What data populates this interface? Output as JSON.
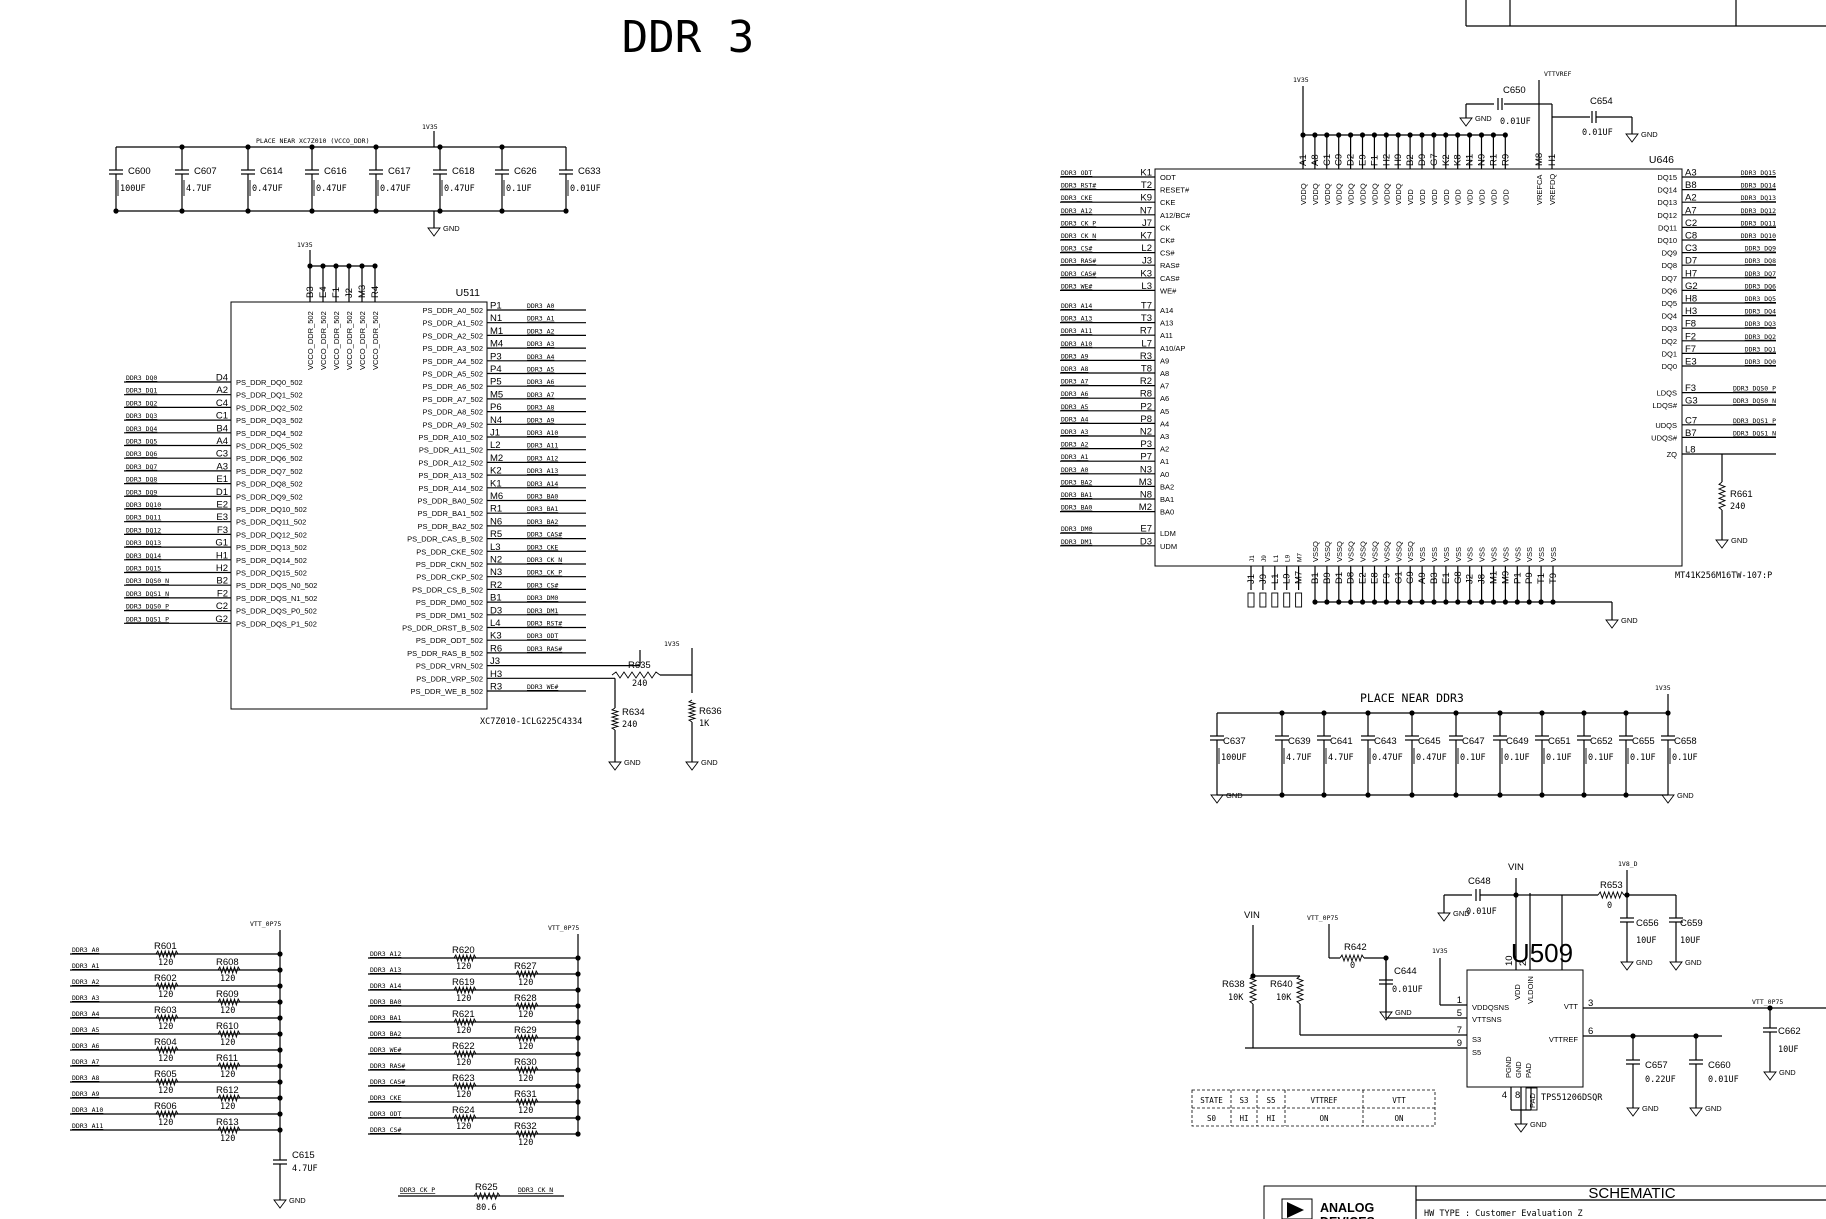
{
  "title": "DDR 3",
  "rails": {
    "v135": "1V35",
    "vttvref": "VTTVREF",
    "vtt_0p75": "VTT_0P75",
    "vin": "VIN",
    "v18d": "1V8_D",
    "gnd": "GND"
  },
  "decoupling_top": {
    "note": "PLACE NEAR XC7Z010 (VCCO_DDR)",
    "caps": [
      {
        "ref": "C600",
        "val": "100UF"
      },
      {
        "ref": "C607",
        "val": "4.7UF"
      },
      {
        "ref": "C614",
        "val": "0.47UF"
      },
      {
        "ref": "C616",
        "val": "0.47UF"
      },
      {
        "ref": "C617",
        "val": "0.47UF"
      },
      {
        "ref": "C618",
        "val": "0.47UF"
      },
      {
        "ref": "C626",
        "val": "0.1UF"
      },
      {
        "ref": "C633",
        "val": "0.01UF"
      }
    ]
  },
  "u511": {
    "ref": "U511",
    "part": "XC7Z010-1CLG225C4334",
    "vcco_pins": [
      "B3",
      "E4",
      "F1",
      "J2",
      "M3",
      "R4"
    ],
    "vcco_names": [
      "VCCO_DDR_502",
      "VCCO_DDR_502",
      "VCCO_DDR_502",
      "VCCO_DDR_502",
      "VCCO_DDR_502",
      "VCCO_DDR_502"
    ],
    "left": [
      {
        "pin": "D4",
        "name": "PS_DDR_DQ0_502",
        "net": "DDR3_DQ0"
      },
      {
        "pin": "A2",
        "name": "PS_DDR_DQ1_502",
        "net": "DDR3_DQ1"
      },
      {
        "pin": "C4",
        "name": "PS_DDR_DQ2_502",
        "net": "DDR3_DQ2"
      },
      {
        "pin": "C1",
        "name": "PS_DDR_DQ3_502",
        "net": "DDR3_DQ3"
      },
      {
        "pin": "B4",
        "name": "PS_DDR_DQ4_502",
        "net": "DDR3_DQ4"
      },
      {
        "pin": "A4",
        "name": "PS_DDR_DQ5_502",
        "net": "DDR3_DQ5"
      },
      {
        "pin": "C3",
        "name": "PS_DDR_DQ6_502",
        "net": "DDR3_DQ6"
      },
      {
        "pin": "A3",
        "name": "PS_DDR_DQ7_502",
        "net": "DDR3_DQ7"
      },
      {
        "pin": "E1",
        "name": "PS_DDR_DQ8_502",
        "net": "DDR3_DQ8"
      },
      {
        "pin": "D1",
        "name": "PS_DDR_DQ9_502",
        "net": "DDR3_DQ9"
      },
      {
        "pin": "E2",
        "name": "PS_DDR_DQ10_502",
        "net": "DDR3_DQ10"
      },
      {
        "pin": "E3",
        "name": "PS_DDR_DQ11_502",
        "net": "DDR3_DQ11"
      },
      {
        "pin": "F3",
        "name": "PS_DDR_DQ12_502",
        "net": "DDR3_DQ12"
      },
      {
        "pin": "G1",
        "name": "PS_DDR_DQ13_502",
        "net": "DDR3_DQ13"
      },
      {
        "pin": "H1",
        "name": "PS_DDR_DQ14_502",
        "net": "DDR3_DQ14"
      },
      {
        "pin": "H2",
        "name": "PS_DDR_DQ15_502",
        "net": "DDR3_DQ15"
      },
      {
        "pin": "B2",
        "name": "PS_DDR_DQS_N0_502",
        "net": "DDR3_DQS0_N"
      },
      {
        "pin": "F2",
        "name": "PS_DDR_DQS_N1_502",
        "net": "DDR3_DQS1_N"
      },
      {
        "pin": "C2",
        "name": "PS_DDR_DQS_P0_502",
        "net": "DDR3_DQS0_P"
      },
      {
        "pin": "G2",
        "name": "PS_DDR_DQS_P1_502",
        "net": "DDR3_DQS1_P"
      }
    ],
    "right": [
      {
        "pin": "P1",
        "name": "PS_DDR_A0_502",
        "net": "DDR3_A0"
      },
      {
        "pin": "N1",
        "name": "PS_DDR_A1_502",
        "net": "DDR3_A1"
      },
      {
        "pin": "M1",
        "name": "PS_DDR_A2_502",
        "net": "DDR3_A2"
      },
      {
        "pin": "M4",
        "name": "PS_DDR_A3_502",
        "net": "DDR3_A3"
      },
      {
        "pin": "P3",
        "name": "PS_DDR_A4_502",
        "net": "DDR3_A4"
      },
      {
        "pin": "P4",
        "name": "PS_DDR_A5_502",
        "net": "DDR3_A5"
      },
      {
        "pin": "P5",
        "name": "PS_DDR_A6_502",
        "net": "DDR3_A6"
      },
      {
        "pin": "M5",
        "name": "PS_DDR_A7_502",
        "net": "DDR3_A7"
      },
      {
        "pin": "P6",
        "name": "PS_DDR_A8_502",
        "net": "DDR3_A8"
      },
      {
        "pin": "N4",
        "name": "PS_DDR_A9_502",
        "net": "DDR3_A9"
      },
      {
        "pin": "J1",
        "name": "PS_DDR_A10_502",
        "net": "DDR3_A10"
      },
      {
        "pin": "L2",
        "name": "PS_DDR_A11_502",
        "net": "DDR3_A11"
      },
      {
        "pin": "M2",
        "name": "PS_DDR_A12_502",
        "net": "DDR3_A12"
      },
      {
        "pin": "K2",
        "name": "PS_DDR_A13_502",
        "net": "DDR3_A13"
      },
      {
        "pin": "K1",
        "name": "PS_DDR_A14_502",
        "net": "DDR3_A14"
      },
      {
        "pin": "M6",
        "name": "PS_DDR_BA0_502",
        "net": "DDR3_BA0"
      },
      {
        "pin": "R1",
        "name": "PS_DDR_BA1_502",
        "net": "DDR3_BA1"
      },
      {
        "pin": "N6",
        "name": "PS_DDR_BA2_502",
        "net": "DDR3_BA2"
      },
      {
        "pin": "R5",
        "name": "PS_DDR_CAS_B_502",
        "net": "DDR3_CAS#"
      },
      {
        "pin": "L3",
        "name": "PS_DDR_CKE_502",
        "net": "DDR3_CKE"
      },
      {
        "pin": "N2",
        "name": "PS_DDR_CKN_502",
        "net": "DDR3_CK_N"
      },
      {
        "pin": "N3",
        "name": "PS_DDR_CKP_502",
        "net": "DDR3_CK_P"
      },
      {
        "pin": "R2",
        "name": "PS_DDR_CS_B_502",
        "net": "DDR3_CS#"
      },
      {
        "pin": "B1",
        "name": "PS_DDR_DM0_502",
        "net": "DDR3_DM0"
      },
      {
        "pin": "D3",
        "name": "PS_DDR_DM1_502",
        "net": "DDR3_DM1"
      },
      {
        "pin": "L4",
        "name": "PS_DDR_DRST_B_502",
        "net": "DDR3_RST#"
      },
      {
        "pin": "K3",
        "name": "PS_DDR_ODT_502",
        "net": "DDR3_ODT"
      },
      {
        "pin": "R6",
        "name": "PS_DDR_RAS_B_502",
        "net": "DDR3_RAS#"
      },
      {
        "pin": "J3",
        "name": "PS_DDR_VRN_502",
        "net": ""
      },
      {
        "pin": "H3",
        "name": "PS_DDR_VRP_502",
        "net": ""
      },
      {
        "pin": "R3",
        "name": "PS_DDR_WE_B_502",
        "net": "DDR3_WE#"
      }
    ],
    "r635": {
      "ref": "R635",
      "val": "240"
    },
    "r634": {
      "ref": "R634",
      "val": "240"
    },
    "r636": {
      "ref": "R636",
      "val": "1K"
    }
  },
  "u646": {
    "ref": "U646",
    "part": "MT41K256M16TW-107:P",
    "vref": {
      "c650": "C650",
      "c650v": "0.01UF",
      "c654": "C654",
      "c654v": "0.01UF"
    },
    "top_pins": [
      {
        "pin": "A1",
        "name": "VDDQ"
      },
      {
        "pin": "A8",
        "name": "VDDQ"
      },
      {
        "pin": "C1",
        "name": "VDDQ"
      },
      {
        "pin": "C9",
        "name": "VDDQ"
      },
      {
        "pin": "D2",
        "name": "VDDQ"
      },
      {
        "pin": "E9",
        "name": "VDDQ"
      },
      {
        "pin": "F1",
        "name": "VDDQ"
      },
      {
        "pin": "H2",
        "name": "VDDQ"
      },
      {
        "pin": "H9",
        "name": "VDDQ"
      },
      {
        "pin": "B2",
        "name": "VDD"
      },
      {
        "pin": "D9",
        "name": "VDD"
      },
      {
        "pin": "G7",
        "name": "VDD"
      },
      {
        "pin": "K2",
        "name": "VDD"
      },
      {
        "pin": "K8",
        "name": "VDD"
      },
      {
        "pin": "N1",
        "name": "VDD"
      },
      {
        "pin": "N9",
        "name": "VDD"
      },
      {
        "pin": "R1",
        "name": "VDD"
      },
      {
        "pin": "R9",
        "name": "VDD"
      },
      {
        "pin": "M8",
        "name": "VREFCA"
      },
      {
        "pin": "H1",
        "name": "VREFDQ"
      }
    ],
    "left": [
      {
        "pin": "K1",
        "name": "ODT",
        "net": "DDR3_ODT"
      },
      {
        "pin": "T2",
        "name": "RESET#",
        "net": "DDR3_RST#"
      },
      {
        "pin": "K9",
        "name": "CKE",
        "net": "DDR3_CKE"
      },
      {
        "pin": "N7",
        "name": "A12/BC#",
        "net": "DDR3_A12"
      },
      {
        "pin": "J7",
        "name": "CK",
        "net": "DDR3_CK_P"
      },
      {
        "pin": "K7",
        "name": "CK#",
        "net": "DDR3_CK_N"
      },
      {
        "pin": "L2",
        "name": "CS#",
        "net": "DDR3_CS#"
      },
      {
        "pin": "J3",
        "name": "RAS#",
        "net": "DDR3_RAS#"
      },
      {
        "pin": "K3",
        "name": "CAS#",
        "net": "DDR3_CAS#"
      },
      {
        "pin": "L3",
        "name": "WE#",
        "net": "DDR3_WE#"
      },
      {
        "pin": "T7",
        "name": "A14",
        "net": "DDR3_A14"
      },
      {
        "pin": "T3",
        "name": "A13",
        "net": "DDR3_A13"
      },
      {
        "pin": "R7",
        "name": "A11",
        "net": "DDR3_A11"
      },
      {
        "pin": "L7",
        "name": "A10/AP",
        "net": "DDR3_A10"
      },
      {
        "pin": "R3",
        "name": "A9",
        "net": "DDR3_A9"
      },
      {
        "pin": "T8",
        "name": "A8",
        "net": "DDR3_A8"
      },
      {
        "pin": "R2",
        "name": "A7",
        "net": "DDR3_A7"
      },
      {
        "pin": "R8",
        "name": "A6",
        "net": "DDR3_A6"
      },
      {
        "pin": "P2",
        "name": "A5",
        "net": "DDR3_A5"
      },
      {
        "pin": "P8",
        "name": "A4",
        "net": "DDR3_A4"
      },
      {
        "pin": "N2",
        "name": "A3",
        "net": "DDR3_A3"
      },
      {
        "pin": "P3",
        "name": "A2",
        "net": "DDR3_A2"
      },
      {
        "pin": "P7",
        "name": "A1",
        "net": "DDR3_A1"
      },
      {
        "pin": "N3",
        "name": "A0",
        "net": "DDR3_A0"
      },
      {
        "pin": "M3",
        "name": "BA2",
        "net": "DDR3_BA2"
      },
      {
        "pin": "N8",
        "name": "BA1",
        "net": "DDR3_BA1"
      },
      {
        "pin": "M2",
        "name": "BA0",
        "net": "DDR3_BA0"
      },
      {
        "pin": "E7",
        "name": "LDM",
        "net": "DDR3_DM0"
      },
      {
        "pin": "D3",
        "name": "UDM",
        "net": "DDR3_DM1"
      }
    ],
    "right": [
      {
        "pin": "A3",
        "name": "DQ15",
        "net": "DDR3_DQ15"
      },
      {
        "pin": "B8",
        "name": "DQ14",
        "net": "DDR3_DQ14"
      },
      {
        "pin": "A2",
        "name": "DQ13",
        "net": "DDR3_DQ13"
      },
      {
        "pin": "A7",
        "name": "DQ12",
        "net": "DDR3_DQ12"
      },
      {
        "pin": "C2",
        "name": "DQ11",
        "net": "DDR3_DQ11"
      },
      {
        "pin": "C8",
        "name": "DQ10",
        "net": "DDR3_DQ10"
      },
      {
        "pin": "C3",
        "name": "DQ9",
        "net": "DDR3_DQ9"
      },
      {
        "pin": "D7",
        "name": "DQ8",
        "net": "DDR3_DQ8"
      },
      {
        "pin": "H7",
        "name": "DQ7",
        "net": "DDR3_DQ7"
      },
      {
        "pin": "G2",
        "name": "DQ6",
        "net": "DDR3_DQ6"
      },
      {
        "pin": "H8",
        "name": "DQ5",
        "net": "DDR3_DQ5"
      },
      {
        "pin": "H3",
        "name": "DQ4",
        "net": "DDR3_DQ4"
      },
      {
        "pin": "F8",
        "name": "DQ3",
        "net": "DDR3_DQ3"
      },
      {
        "pin": "F2",
        "name": "DQ2",
        "net": "DDR3_DQ2"
      },
      {
        "pin": "F7",
        "name": "DQ1",
        "net": "DDR3_DQ1"
      },
      {
        "pin": "E3",
        "name": "DQ0",
        "net": "DDR3_DQ0"
      },
      {
        "pin": "F3",
        "name": "LDQS",
        "net": "DDR3_DQS0_P"
      },
      {
        "pin": "G3",
        "name": "LDQS#",
        "net": "DDR3_DQS0_N"
      },
      {
        "pin": "C7",
        "name": "UDQS",
        "net": "DDR3_DQS1_P"
      },
      {
        "pin": "B7",
        "name": "UDQS#",
        "net": "DDR3_DQS1_N"
      },
      {
        "pin": "L8",
        "name": "ZQ",
        "net": ""
      }
    ],
    "nc_pins": [
      "J1",
      "J9",
      "L1",
      "L9",
      "M7"
    ],
    "vssq_pins": [
      "B1",
      "B9",
      "D1",
      "D8",
      "E2",
      "E8",
      "F9",
      "G1",
      "G9"
    ],
    "vss_pins": [
      "A9",
      "B3",
      "E1",
      "G8",
      "J2",
      "J8",
      "M1",
      "M9",
      "P1",
      "P9",
      "T1",
      "T9"
    ],
    "r661": {
      "ref": "R661",
      "val": "240"
    }
  },
  "decoupling_ddr3": {
    "note": "PLACE NEAR DDR3",
    "caps": [
      {
        "ref": "C637",
        "val": "100UF"
      },
      {
        "ref": "C639",
        "val": "4.7UF"
      },
      {
        "ref": "C641",
        "val": "4.7UF"
      },
      {
        "ref": "C643",
        "val": "0.47UF"
      },
      {
        "ref": "C645",
        "val": "0.47UF"
      },
      {
        "ref": "C647",
        "val": "0.1UF"
      },
      {
        "ref": "C649",
        "val": "0.1UF"
      },
      {
        "ref": "C651",
        "val": "0.1UF"
      },
      {
        "ref": "C652",
        "val": "0.1UF"
      },
      {
        "ref": "C655",
        "val": "0.1UF"
      },
      {
        "ref": "C658",
        "val": "0.1UF"
      }
    ]
  },
  "term_left": {
    "rows": [
      {
        "net": "DDR3_A0",
        "ref": "R601",
        "val": "120",
        "col": 0
      },
      {
        "net": "DDR3_A1",
        "ref": "R608",
        "val": "120",
        "col": 1
      },
      {
        "net": "DDR3_A2",
        "ref": "R602",
        "val": "120",
        "col": 0
      },
      {
        "net": "DDR3_A3",
        "ref": "R609",
        "val": "120",
        "col": 1
      },
      {
        "net": "DDR3_A4",
        "ref": "R603",
        "val": "120",
        "col": 0
      },
      {
        "net": "DDR3_A5",
        "ref": "R610",
        "val": "120",
        "col": 1
      },
      {
        "net": "DDR3_A6",
        "ref": "R604",
        "val": "120",
        "col": 0
      },
      {
        "net": "DDR3_A7",
        "ref": "R611",
        "val": "120",
        "col": 1
      },
      {
        "net": "DDR3_A8",
        "ref": "R605",
        "val": "120",
        "col": 0
      },
      {
        "net": "DDR3_A9",
        "ref": "R612",
        "val": "120",
        "col": 1
      },
      {
        "net": "DDR3_A10",
        "ref": "R606",
        "val": "120",
        "col": 0
      },
      {
        "net": "DDR3_A11",
        "ref": "R613",
        "val": "120",
        "col": 1
      }
    ],
    "cap": {
      "ref": "C615",
      "val": "4.7UF"
    }
  },
  "term_right": {
    "rows": [
      {
        "net": "DDR3_A12",
        "ref": "R620",
        "val": "120",
        "col": 0
      },
      {
        "net": "DDR3_A13",
        "ref": "R627",
        "val": "120",
        "col": 1
      },
      {
        "net": "DDR3_A14",
        "ref": "R619",
        "val": "120",
        "col": 0
      },
      {
        "net": "DDR3_BA0",
        "ref": "R628",
        "val": "120",
        "col": 1
      },
      {
        "net": "DDR3_BA1",
        "ref": "R621",
        "val": "120",
        "col": 0
      },
      {
        "net": "DDR3_BA2",
        "ref": "R629",
        "val": "120",
        "col": 1
      },
      {
        "net": "DDR3_WE#",
        "ref": "R622",
        "val": "120",
        "col": 0
      },
      {
        "net": "DDR3_RAS#",
        "ref": "R630",
        "val": "120",
        "col": 1
      },
      {
        "net": "DDR3_CAS#",
        "ref": "R623",
        "val": "120",
        "col": 0
      },
      {
        "net": "DDR3_CKE",
        "ref": "R631",
        "val": "120",
        "col": 1
      },
      {
        "net": "DDR3_ODT",
        "ref": "R624",
        "val": "120",
        "col": 0
      },
      {
        "net": "DDR3_CS#",
        "ref": "R632",
        "val": "120",
        "col": 1
      }
    ],
    "r625": {
      "ref": "R625",
      "val": "80.6",
      "left": "DDR3_CK_P",
      "right": "DDR3_CK_N"
    }
  },
  "u509": {
    "ref": "U509",
    "part": "TPS51206DSQR",
    "pins": {
      "p1": "1",
      "p5": "5",
      "p7": "7",
      "p9": "9",
      "p3": "3",
      "p6": "6",
      "p10": "10",
      "p2": "2",
      "p4": "4",
      "p8": "8",
      "vddqsns": "VDDQSNS",
      "vttsns": "VTTSNS",
      "s3": "S3",
      "s5": "S5",
      "vtt": "VTT",
      "vttref": "VTTREF",
      "vdd": "VDD",
      "vldoin": "VLDOIN",
      "pgnd": "PGND",
      "gnd": "GND",
      "pad": "PAD",
      "padbox": "PAD"
    },
    "parts": {
      "c648": "C648",
      "c648v": "0.01UF",
      "r653": "R653",
      "r653v": "0",
      "c656": "C656",
      "c656v": "10UF",
      "c659": "C659",
      "c659v": "10UF",
      "r642": "R642",
      "r642v": "0",
      "c644": "C644",
      "c644v": "0.01UF",
      "r638": "R638",
      "r638v": "10K",
      "r640": "R640",
      "r640v": "10K",
      "c657": "C657",
      "c657v": "0.22UF",
      "c660": "C660",
      "c660v": "0.01UF",
      "c662": "C662",
      "c662v": "10UF"
    },
    "state_table": {
      "headers": [
        "STATE",
        "S3",
        "S5",
        "VTTREF",
        "VTT"
      ],
      "row": [
        "S0",
        "HI",
        "HI",
        "ON",
        "ON"
      ]
    }
  },
  "titleblock": {
    "logo_line1": "ANALOG",
    "logo_line2": "DEVICES",
    "heading": "SCHEMATIC",
    "hw_type": "HW TYPE   : Customer Evaluation Z"
  }
}
